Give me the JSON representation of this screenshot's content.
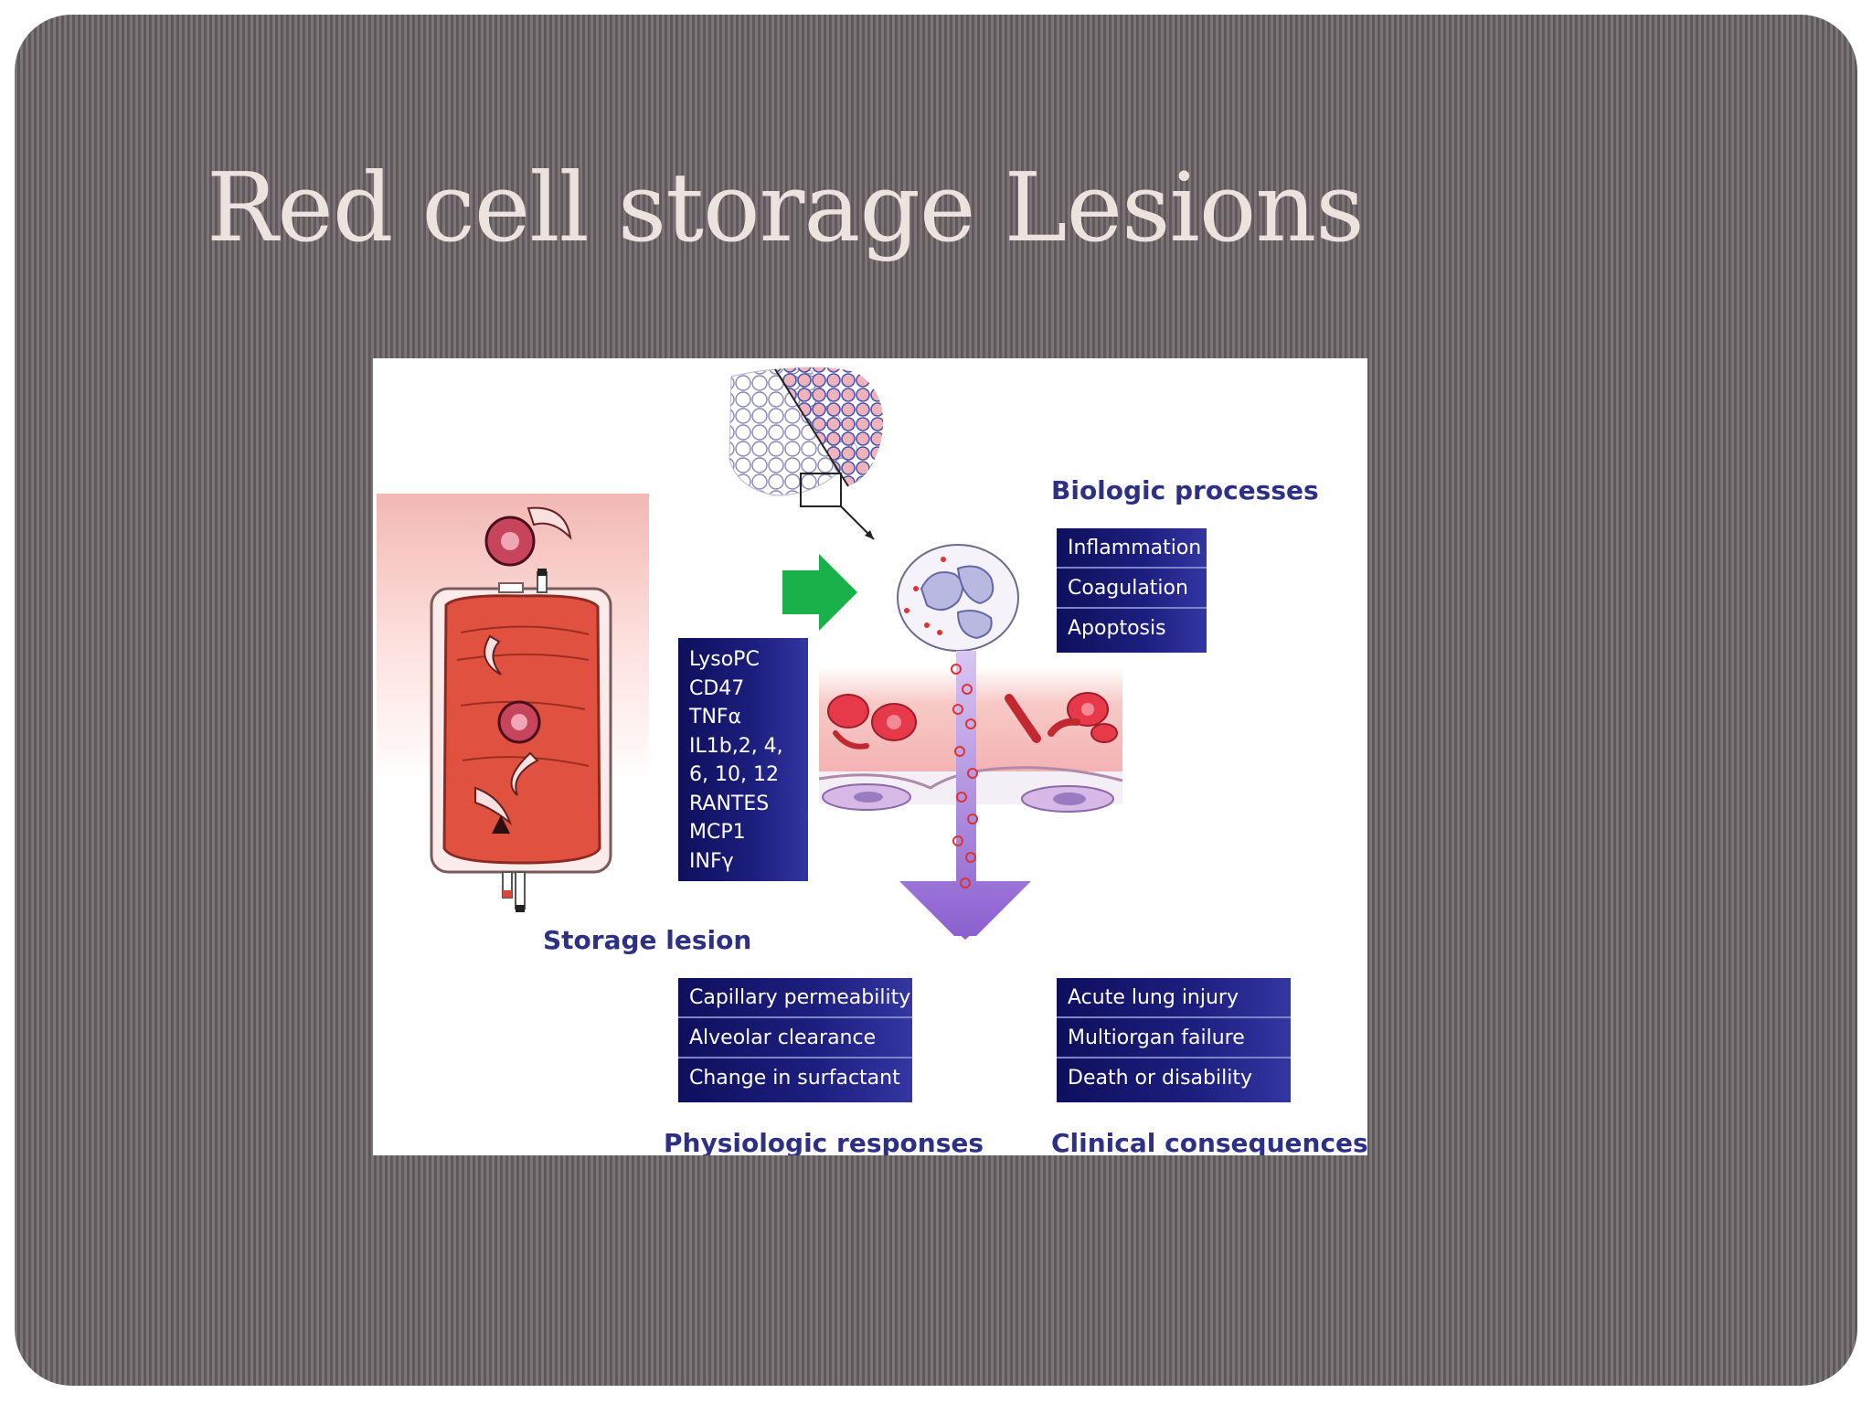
{
  "slide": {
    "title": "Red cell storage Lesions"
  },
  "diagram": {
    "storage_lesion": {
      "label": "Storage lesion",
      "mediators": [
        "LysoPC",
        "CD47",
        "TNFα",
        "IL1b,2, 4,",
        "6, 10, 12",
        "RANTES",
        "MCP1",
        "INFγ"
      ]
    },
    "biologic_processes": {
      "label": "Biologic processes",
      "items": [
        "Inflammation",
        "Coagulation",
        "Apoptosis"
      ]
    },
    "physiologic_responses": {
      "label": "Physiologic responses",
      "items": [
        "Capillary permeability",
        "Alveolar clearance",
        "Change in surfactant"
      ]
    },
    "clinical_consequences": {
      "label": "Clinical consequences",
      "items": [
        "Acute lung injury",
        "Multiorgan failure",
        "Death or disability"
      ]
    }
  },
  "colors": {
    "heading": "#2e3085",
    "box_dark": "#0e0f5c",
    "arrow_green": "#1ab04a",
    "arrow_purple": "#8b5fd0",
    "blood_red": "#d9473b"
  }
}
